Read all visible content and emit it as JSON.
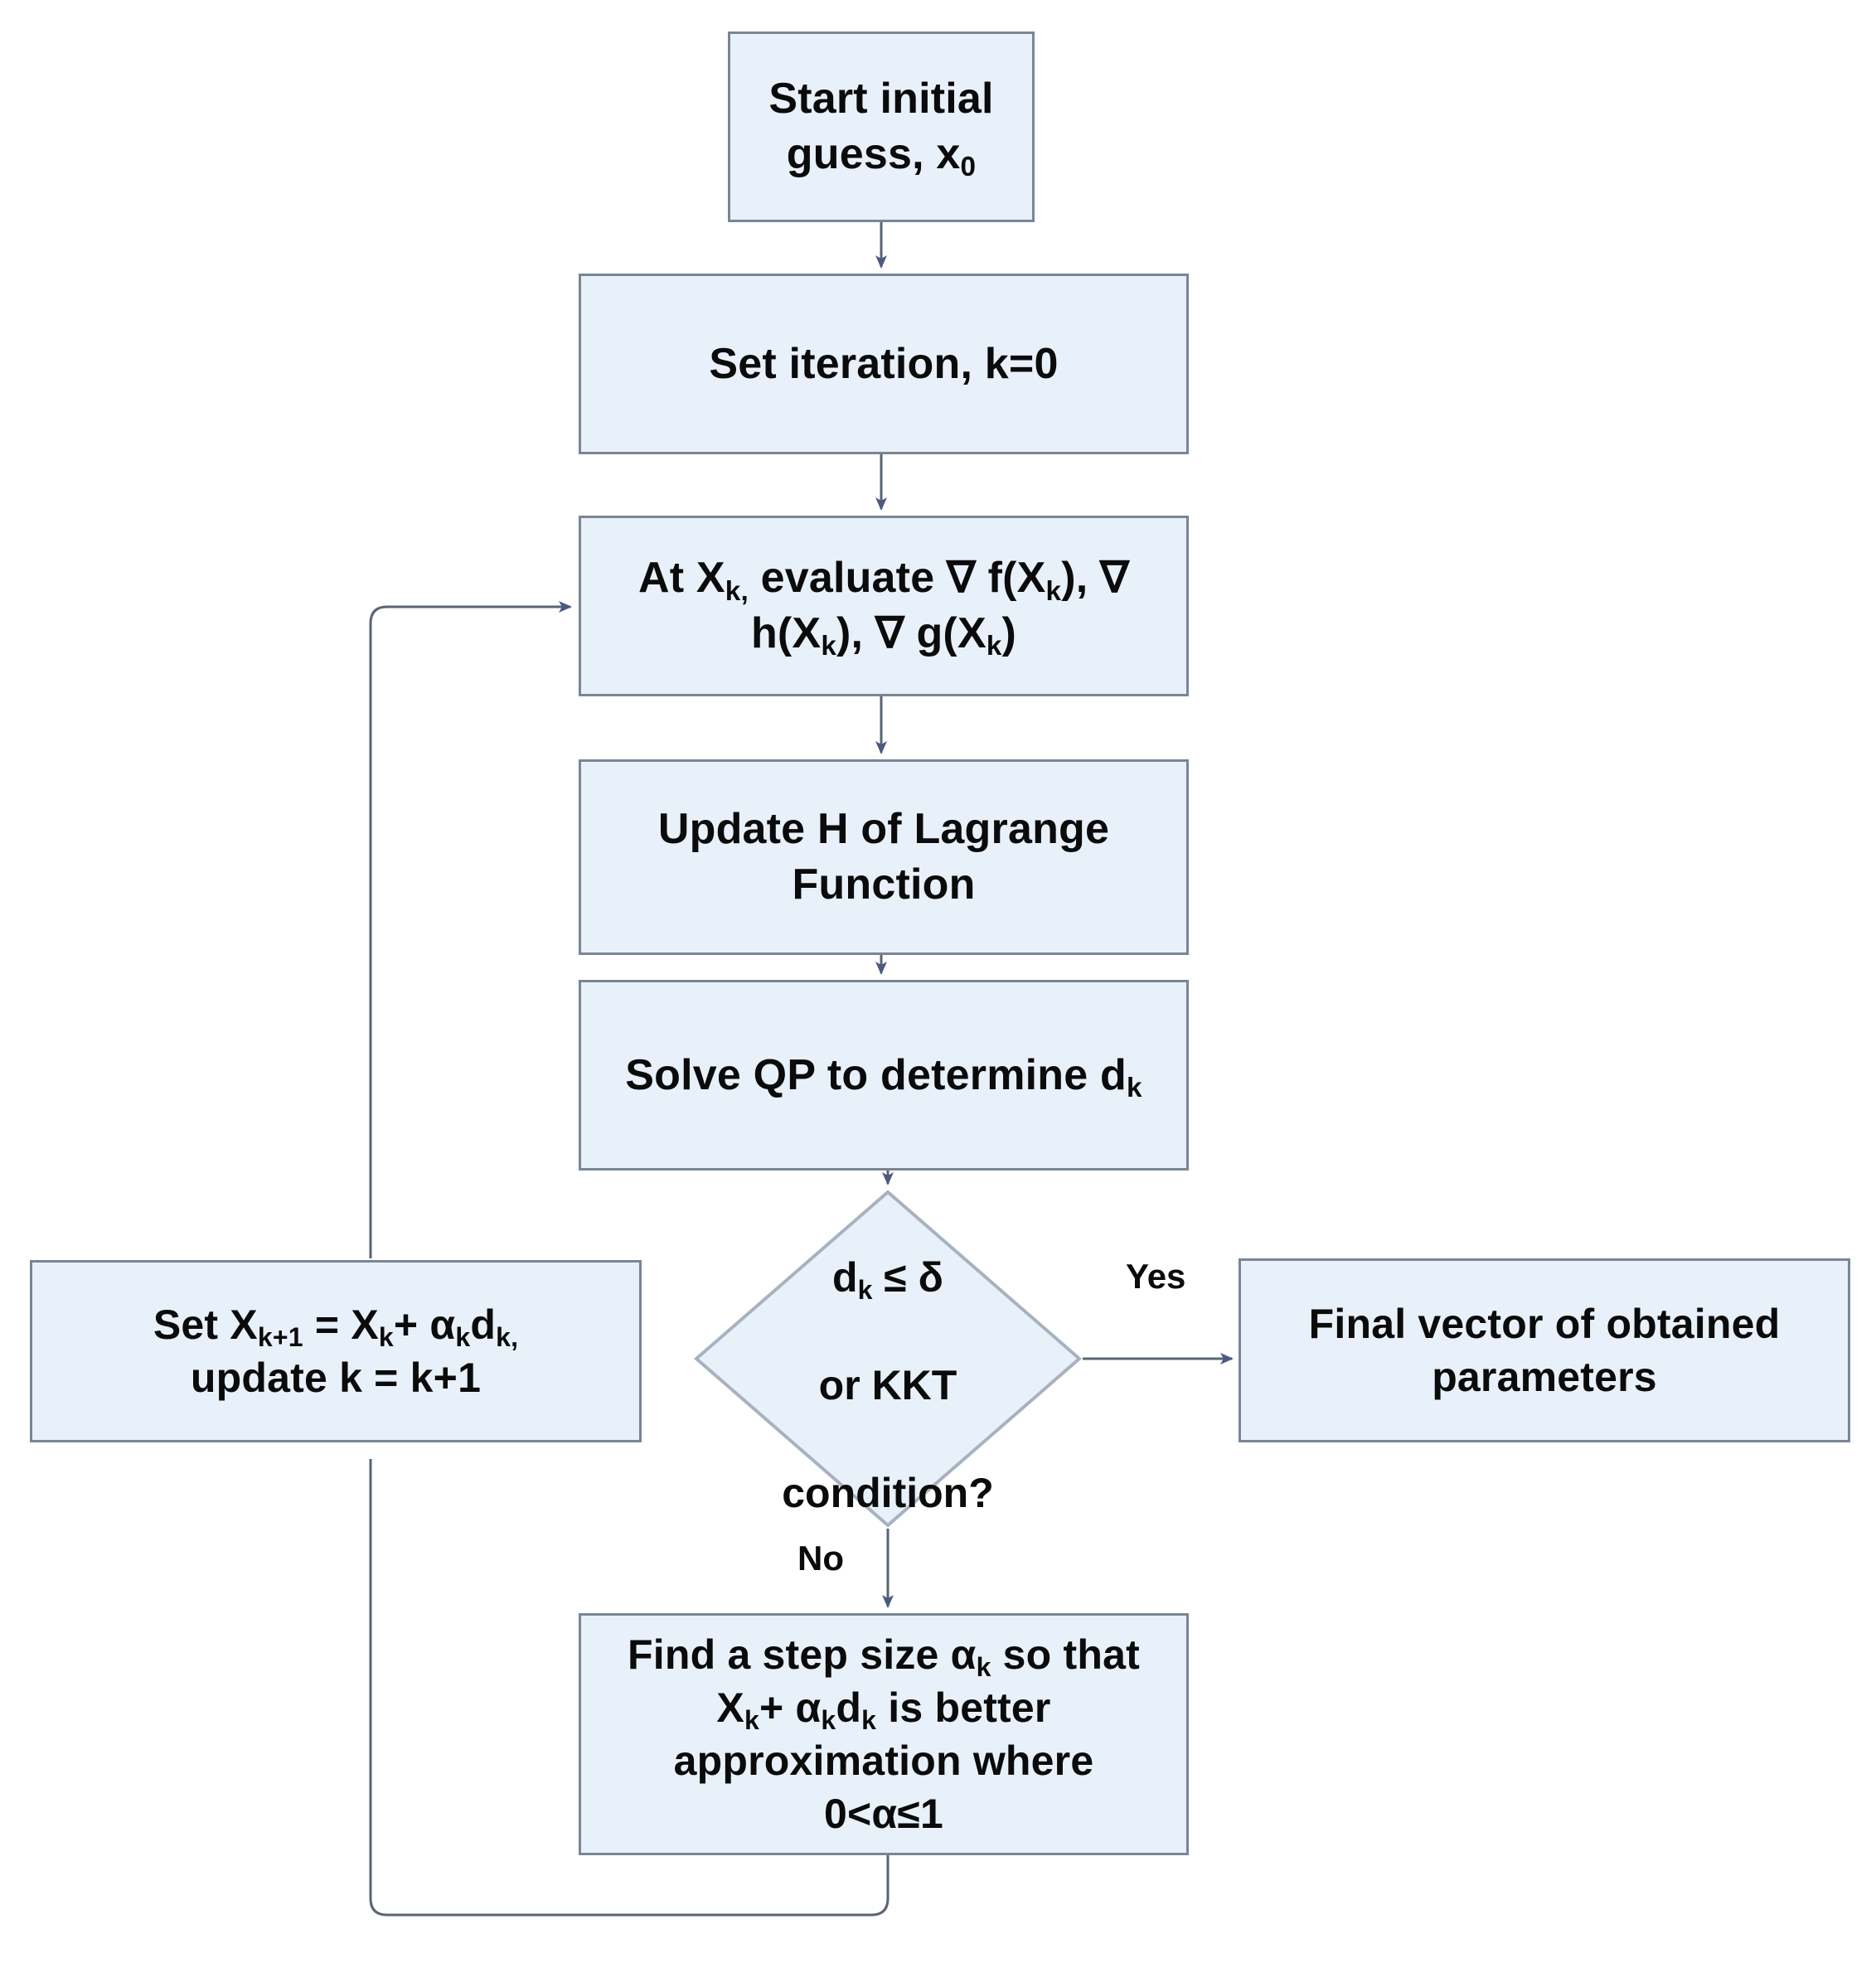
{
  "diagram": {
    "title": "SQP optimization algorithm flowchart",
    "colors": {
      "node_fill": "#e8f1fa",
      "node_border": "#7a8596",
      "edge_line": "#5a6475",
      "arrow_head": "#4a5a80",
      "text": "#0b0b0b",
      "background": "#ffffff"
    },
    "nodes": [
      {
        "id": "start",
        "shape": "rectangle",
        "text": "Start initial\nguess, x0",
        "text_plain": "Start initial guess, x₀"
      },
      {
        "id": "set_iteration",
        "shape": "rectangle",
        "text": "Set iteration, k=0",
        "text_plain": "Set iteration, k=0"
      },
      {
        "id": "evaluate_gradients",
        "shape": "rectangle",
        "text": "At Xk,  evaluate ∇ f(Xk), ∇ h(Xk), ∇  g(Xk)",
        "text_plain": "At Xₖ,  evaluate ∇ f(Xₖ), ∇ h(Xₖ), ∇ g(Xₖ)"
      },
      {
        "id": "update_hessian",
        "shape": "rectangle",
        "text": "Update H of Lagrange\nFunction",
        "text_plain": "Update H of Lagrange Function"
      },
      {
        "id": "solve_qp",
        "shape": "rectangle",
        "text": "Solve QP to determine dk",
        "text_plain": "Solve QP to determine dₖ"
      },
      {
        "id": "decision",
        "shape": "diamond",
        "text": "dk ≤ δ\nor KKT\ncondition?",
        "text_plain": "dₖ ≤ δ or KKT condition?"
      },
      {
        "id": "set_next_x",
        "shape": "rectangle",
        "text": "Set Xk+1 = Xk+ αkdk,\nupdate k = k+1",
        "text_plain": "Set Xₖ₊₁ = Xₖ+ αₖdₖ, update k = k+1"
      },
      {
        "id": "final_vector",
        "shape": "rectangle",
        "text": "Final vector of obtained\nparameters",
        "text_plain": "Final vector of obtained parameters"
      },
      {
        "id": "step_size",
        "shape": "rectangle",
        "text": "Find a step size αk so that\nXk+ αkdk is better\napproximation where\n0<α≤1",
        "text_plain": "Find a step size αₖ so that Xₖ+ αₖdₖ is better approximation where 0<α≤1"
      }
    ],
    "node_text": {
      "start_line1": "Start initial",
      "start_line2_pre": "guess, x",
      "start_line2_sub": "0",
      "set_iteration": "Set iteration, k=0",
      "evaluate_a": "At X",
      "evaluate_sub1": "k,",
      "evaluate_b": "  evaluate ∇ f(X",
      "evaluate_sub2": "k",
      "evaluate_c": "), ∇ h(X",
      "evaluate_sub3": "k",
      "evaluate_d": "), ∇  g(X",
      "evaluate_sub4": "k",
      "evaluate_e": ")",
      "update_hessian_line1": "Update H of Lagrange",
      "update_hessian_line2": "Function",
      "solve_qp_pre": "Solve QP to determine d",
      "solve_qp_sub": "k",
      "decision_line1_pre": "d",
      "decision_line1_sub": "k",
      "decision_line1_post": " ≤ δ",
      "decision_line2": "or KKT",
      "decision_line3": "condition?",
      "setx_pre": "Set X",
      "setx_sub1": "k+1",
      "setx_mid": " = X",
      "setx_sub2": "k",
      "setx_mid2": "+ α",
      "setx_sub3": "k",
      "setx_mid3": "d",
      "setx_sub4": "k,",
      "setx_line2": "update k = k+1",
      "final_line1": "Final vector of obtained",
      "final_line2": "parameters",
      "step_pre": "Find a step size α",
      "step_sub1": "k",
      "step_post": " so that",
      "step_line2_pre": "X",
      "step_line2_sub1": "k",
      "step_line2_mid": "+ α",
      "step_line2_sub2": "k",
      "step_line2_mid2": "d",
      "step_line2_sub3": "k",
      "step_line2_post": " is better",
      "step_line3": "approximation where",
      "step_line4": "0<α≤1"
    },
    "edge_labels": {
      "yes": "Yes",
      "no": "No"
    },
    "edges": [
      {
        "from": "start",
        "to": "set_iteration",
        "label": ""
      },
      {
        "from": "set_iteration",
        "to": "evaluate_gradients",
        "label": ""
      },
      {
        "from": "evaluate_gradients",
        "to": "update_hessian",
        "label": ""
      },
      {
        "from": "update_hessian",
        "to": "solve_qp",
        "label": ""
      },
      {
        "from": "solve_qp",
        "to": "decision",
        "label": ""
      },
      {
        "from": "decision",
        "to": "final_vector",
        "label": "Yes"
      },
      {
        "from": "decision",
        "to": "step_size",
        "label": "No"
      },
      {
        "from": "step_size",
        "to": "set_next_x",
        "label": ""
      },
      {
        "from": "set_next_x",
        "to": "evaluate_gradients",
        "label": ""
      }
    ]
  }
}
